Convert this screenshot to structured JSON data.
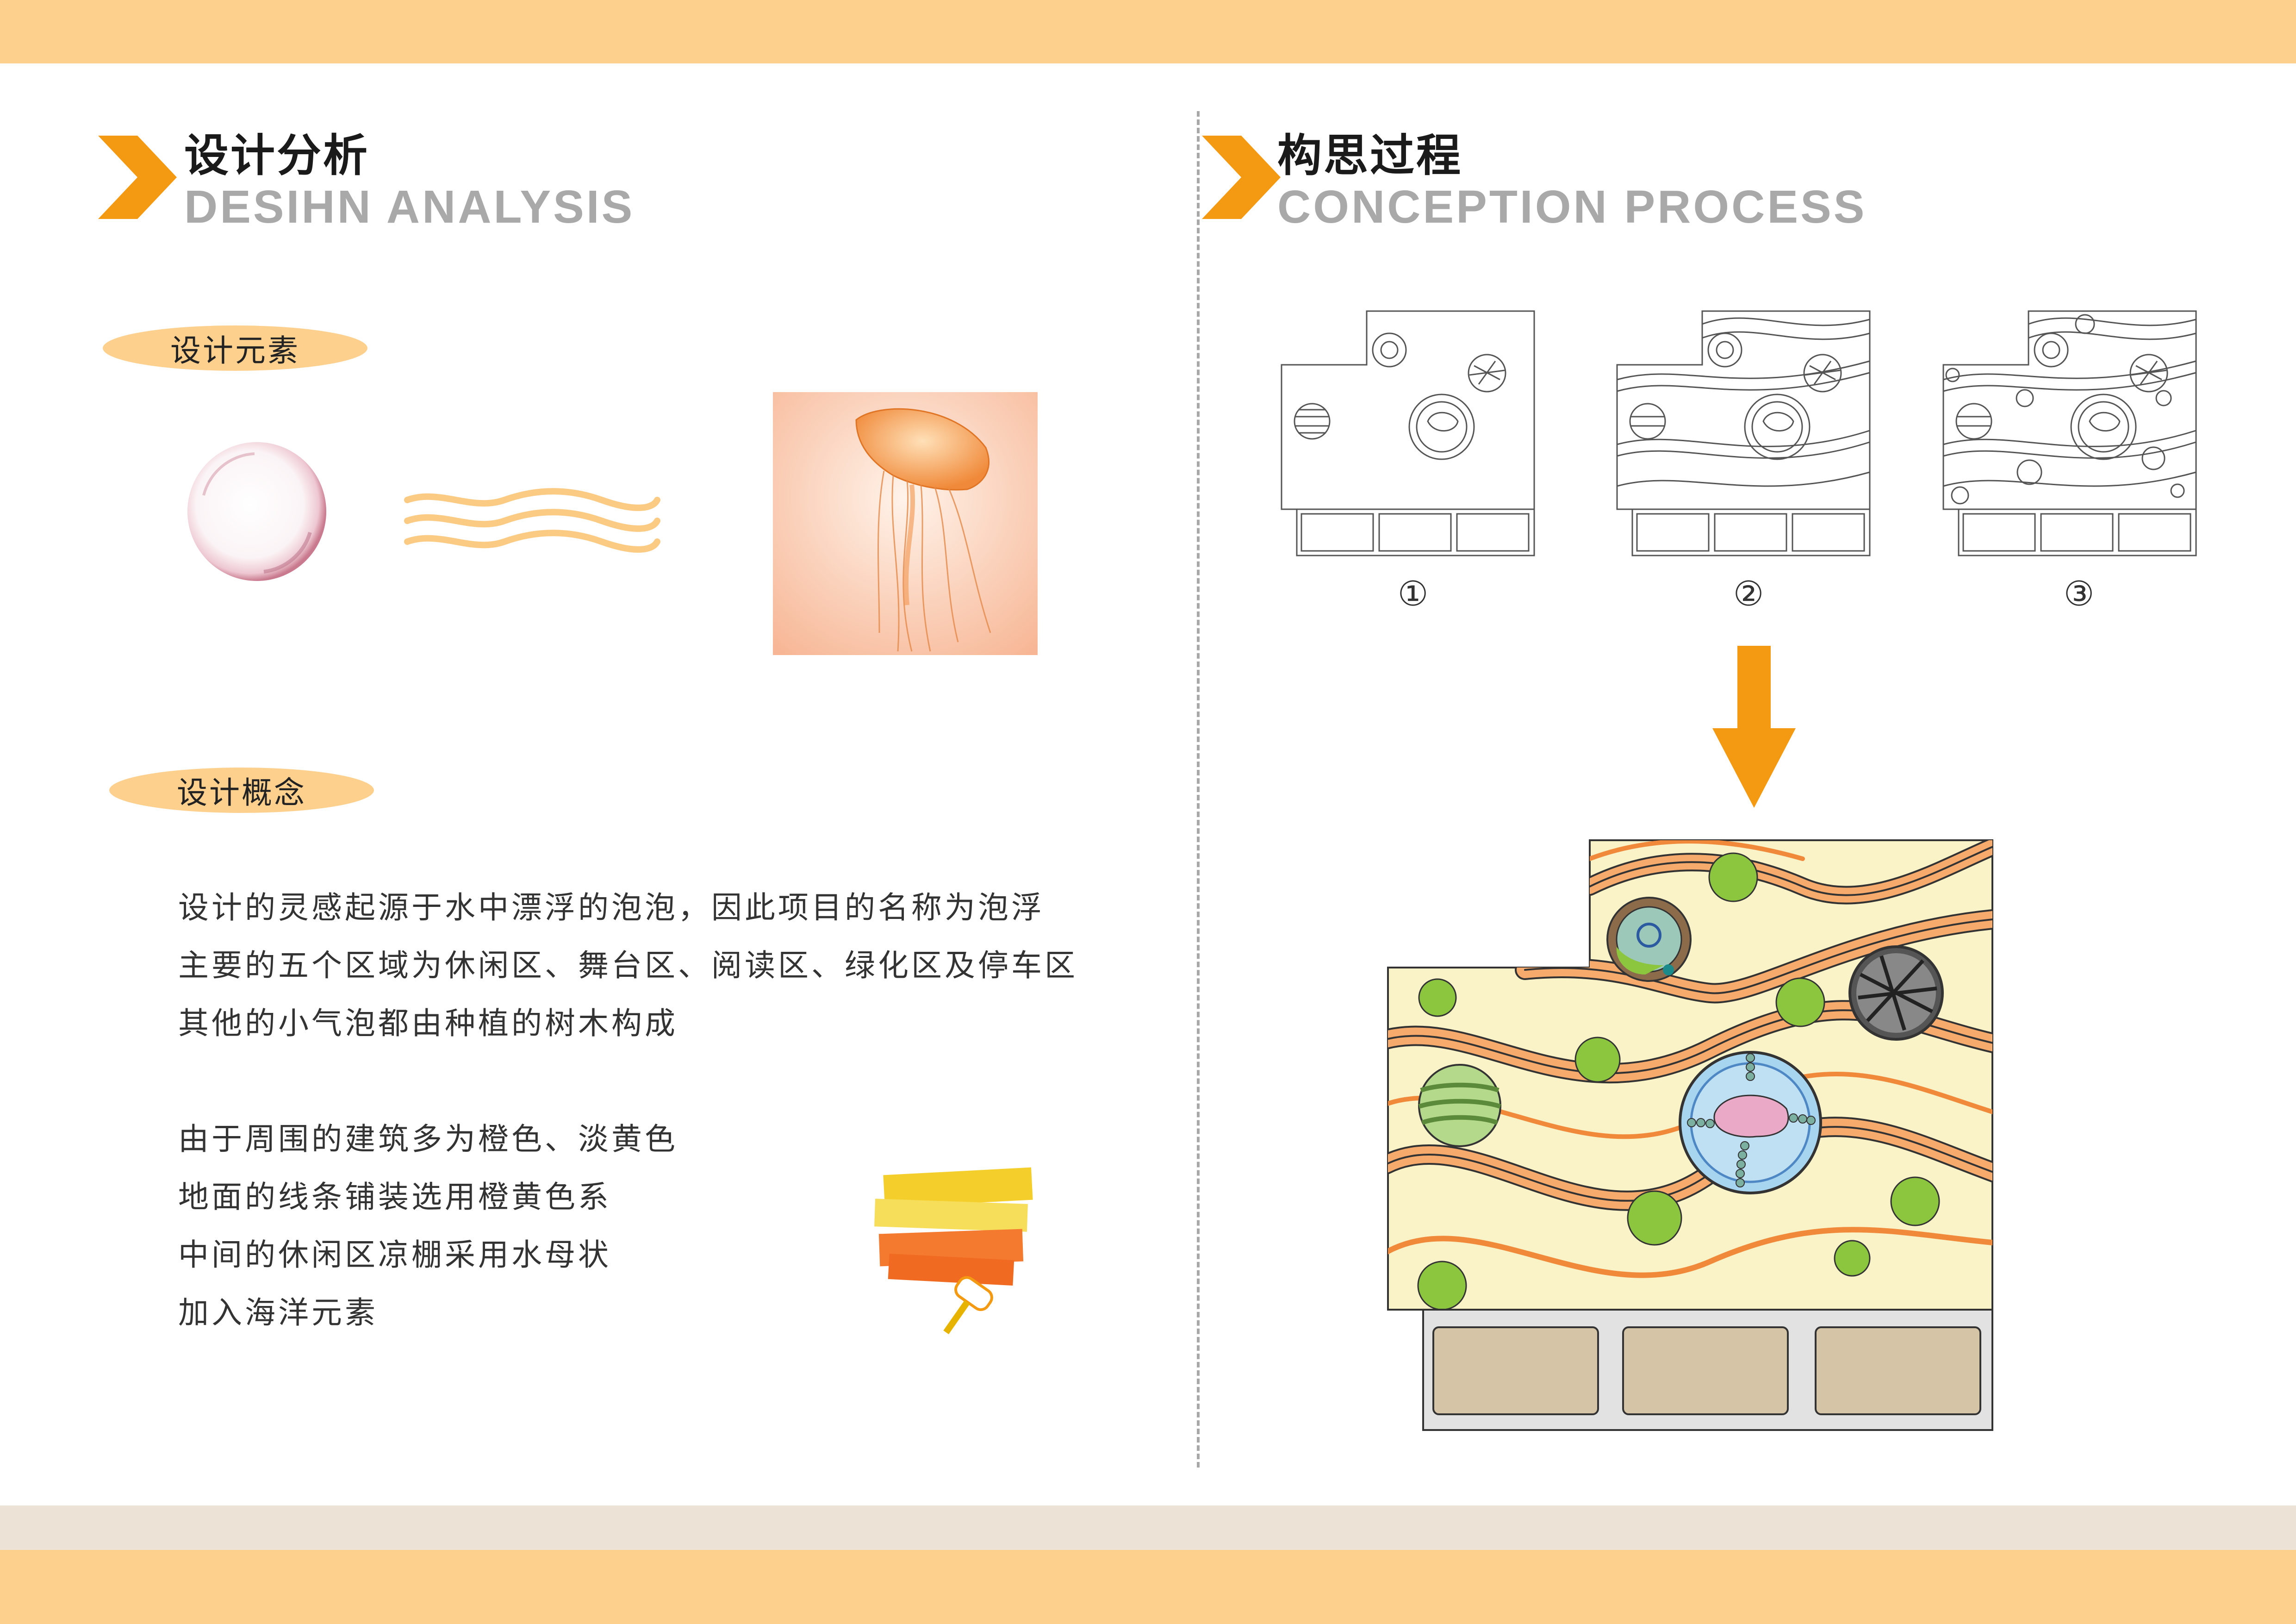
{
  "left_section": {
    "title_cn": "设计分析",
    "title_en": "DESIHN ANALYSIS",
    "elements_label": "设计元素",
    "concept_label": "设计概念",
    "paragraph_1": [
      "设计的灵感起源于水中漂浮的泡泡，因此项目的名称为泡浮",
      "主要的五个区域为休闲区、舞台区、阅读区、绿化区及停车区",
      "其他的小气泡都由种植的树木构成"
    ],
    "paragraph_2": [
      "由于周围的建筑多为橙色、淡黄色",
      "地面的线条铺装选用橙黄色系",
      "中间的休闲区凉棚采用水母状",
      "加入海洋元素"
    ]
  },
  "right_section": {
    "title_cn": "构思过程",
    "title_en": "CONCEPTION PROCESS",
    "steps": [
      "①",
      "②",
      "③"
    ]
  },
  "colors": {
    "band": "#fdd08e",
    "accent_orange": "#f39a12",
    "plan_fill": "#fbf3c8",
    "tree_green": "#8cc63f",
    "parking_fill": "#d6c4a6"
  }
}
